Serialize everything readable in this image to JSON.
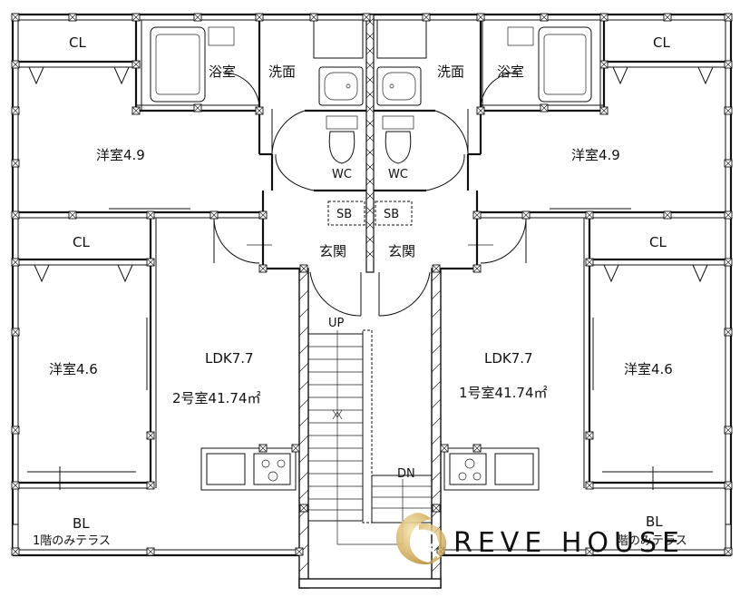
{
  "rooms": {
    "left_cl_top": "CL",
    "left_bath": "浴室",
    "left_wash": "洗面",
    "left_western_top": "洋室4.9",
    "left_cl_mid": "CL",
    "left_western_mid": "洋室4.6",
    "left_ldk": "LDK7.7",
    "left_unit": "2号室41.74㎡",
    "left_bl": "BL",
    "left_terrace": "1階のみテラス",
    "left_wc": "WC",
    "left_sb": "SB",
    "left_entry": "玄関",
    "right_wc": "WC",
    "right_sb": "SB",
    "right_entry": "玄関",
    "right_wash": "洗面",
    "right_bath": "浴室",
    "right_cl_top": "CL",
    "right_western_top": "洋室4.9",
    "right_cl_mid": "CL",
    "right_western_mid": "洋室4.6",
    "right_ldk": "LDK7.7",
    "right_unit": "1号室41.74㎡",
    "right_bl": "BL",
    "right_terrace": "階のみテラス"
  },
  "stairs": {
    "up": "UP",
    "down": "DN"
  },
  "watermark": {
    "text": "REVE HOUSE"
  },
  "colors": {
    "line": "#111111",
    "watermark": "#8a8a8a",
    "logo_gold": "#d9b96a"
  }
}
